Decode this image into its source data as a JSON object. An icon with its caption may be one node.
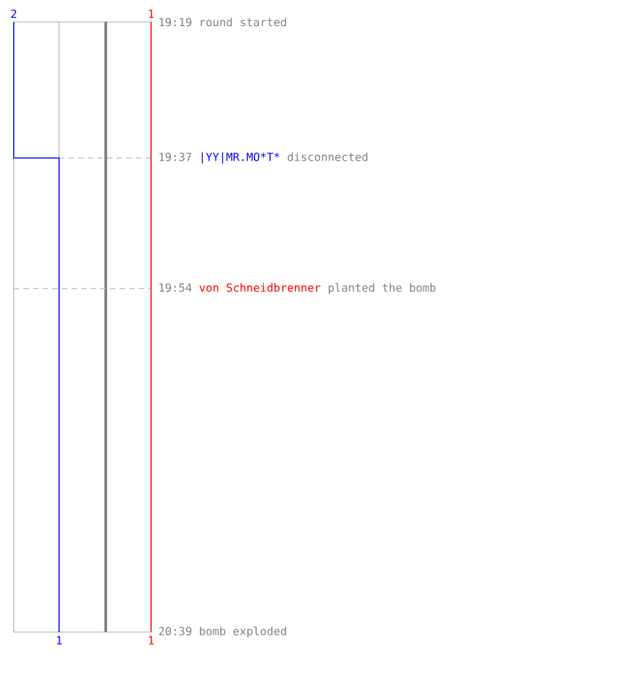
{
  "diagram": {
    "labels": [
      "2",
      "1",
      "19:19 round started",
      "19:37",
      "|YY|MR.MO*T*",
      "disconnected",
      "19:54",
      "von Schneidbrenner",
      "planted the bomb",
      "20:39 bomb exploded",
      "1",
      "1"
    ]
  }
}
